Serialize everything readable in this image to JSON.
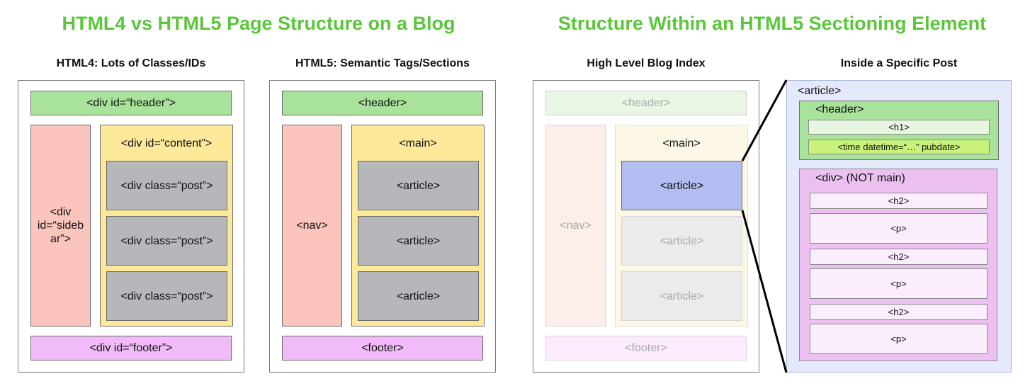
{
  "titles": {
    "left": "HTML4 vs HTML5 Page Structure on a Blog",
    "right": "Structure Within an HTML5 Sectioning Element"
  },
  "panels": {
    "html4": {
      "title": "HTML4: Lots of Classes/IDs",
      "header": "<div id=“header”>",
      "sidebar_lines": [
        "<div",
        "id=“sideb",
        "ar”>"
      ],
      "content": "<div id=“content”>",
      "posts": [
        "<div class=“post”>",
        "<div class=“post”>",
        "<div class=“post”>"
      ],
      "footer": "<div id=“footer”>"
    },
    "html5": {
      "title": "HTML5: Semantic Tags/Sections",
      "header": "<header>",
      "nav": "<nav>",
      "main": "<main>",
      "articles": [
        "<article>",
        "<article>",
        "<article>"
      ],
      "footer": "<footer>"
    },
    "index": {
      "title": "High Level Blog Index",
      "header": "<header>",
      "nav": "<nav>",
      "main": "<main>",
      "articles": [
        "<article>",
        "<article>",
        "<article>"
      ],
      "footer": "<footer>"
    },
    "post": {
      "title": "Inside a Specific Post",
      "article": "<article>",
      "header": "<header>",
      "h1": "<h1>",
      "time": "<time datetime=“…” pubdate>",
      "div": "<div> (NOT main)",
      "h2": [
        "<h2>",
        "<h2>",
        "<h2>"
      ],
      "p": [
        "<p>",
        "<p>",
        "<p>"
      ]
    }
  }
}
